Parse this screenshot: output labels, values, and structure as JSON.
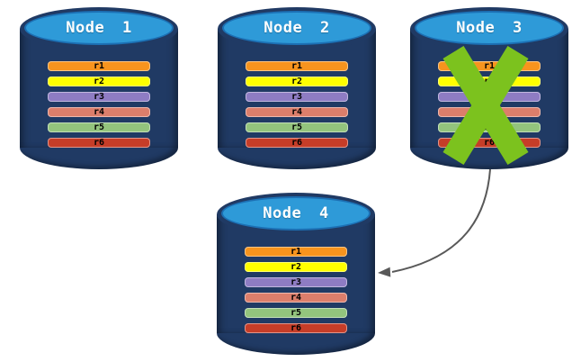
{
  "canvas": {
    "background": "#FFFFFF",
    "description": "Database replication failover diagram: four cylinder nodes with replicated rows r1-r6; Node 3 is crossed out and an arrow points to Node 4"
  },
  "colors": {
    "cylinder_body": "#203A64",
    "cylinder_top_fill": "#2E9AD8",
    "cylinder_top_border": "#1C70B4",
    "node_label_text": "#FFFFFF",
    "row_label_text": "#000000"
  },
  "row_colors": {
    "r1": "#F7941E",
    "r2": "#FFFF00",
    "r3": "#8E7CC3",
    "r4": "#DC7E6B",
    "r5": "#93C47D",
    "r6": "#C63D28"
  },
  "nodes": [
    {
      "label": "Node 1",
      "rows": [
        "r1",
        "r2",
        "r3",
        "r4",
        "r5",
        "r6"
      ]
    },
    {
      "label": "Node 2",
      "rows": [
        "r1",
        "r2",
        "r3",
        "r4",
        "r5",
        "r6"
      ]
    },
    {
      "label": "Node 3",
      "rows": [
        "r1",
        "r2",
        "r3",
        "r4",
        "r5",
        "r6"
      ]
    },
    {
      "label": "Node 4",
      "rows": [
        "r1",
        "r2",
        "r3",
        "r4",
        "r5",
        "r6"
      ]
    }
  ],
  "x_mark": {
    "color": "#7CC21E",
    "over": "Node 3"
  },
  "arrow": {
    "color": "#595959",
    "from": "Node 3",
    "to": "Node 4"
  }
}
